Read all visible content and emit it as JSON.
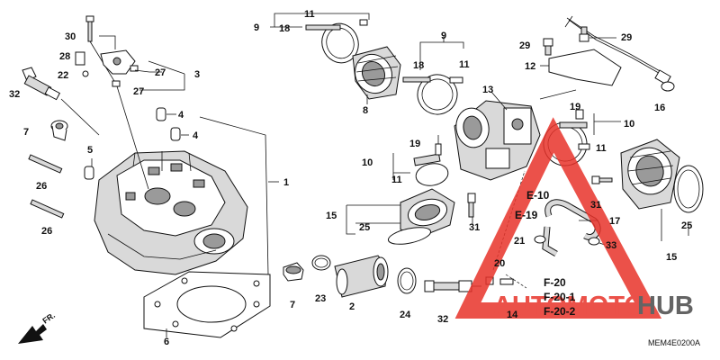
{
  "callouts": [
    {
      "id": "c30",
      "text": "30"
    },
    {
      "id": "c28",
      "text": "28"
    },
    {
      "id": "c22",
      "text": "22"
    },
    {
      "id": "c27a",
      "text": "27"
    },
    {
      "id": "c3",
      "text": "3"
    },
    {
      "id": "c27b",
      "text": "27"
    },
    {
      "id": "c32a",
      "text": "32"
    },
    {
      "id": "c4a",
      "text": "4"
    },
    {
      "id": "c4b",
      "text": "4"
    },
    {
      "id": "c7a",
      "text": "7"
    },
    {
      "id": "c5",
      "text": "5"
    },
    {
      "id": "c26a",
      "text": "26"
    },
    {
      "id": "c26b",
      "text": "26"
    },
    {
      "id": "c1",
      "text": "1"
    },
    {
      "id": "c6",
      "text": "6"
    },
    {
      "id": "c7b",
      "text": "7"
    },
    {
      "id": "c23",
      "text": "23"
    },
    {
      "id": "c2",
      "text": "2"
    },
    {
      "id": "c24",
      "text": "24"
    },
    {
      "id": "c32b",
      "text": "32"
    },
    {
      "id": "c14",
      "text": "14"
    },
    {
      "id": "c9a",
      "text": "9"
    },
    {
      "id": "c11a",
      "text": "11"
    },
    {
      "id": "c18a",
      "text": "18"
    },
    {
      "id": "c8",
      "text": "8"
    },
    {
      "id": "c9b",
      "text": "9"
    },
    {
      "id": "c18b",
      "text": "18"
    },
    {
      "id": "c11b",
      "text": "11"
    },
    {
      "id": "c13",
      "text": "13"
    },
    {
      "id": "c19a",
      "text": "19"
    },
    {
      "id": "c10a",
      "text": "10"
    },
    {
      "id": "c11c",
      "text": "11"
    },
    {
      "id": "c15a",
      "text": "15"
    },
    {
      "id": "c25a",
      "text": "25"
    },
    {
      "id": "c31a",
      "text": "31"
    },
    {
      "id": "c29a",
      "text": "29"
    },
    {
      "id": "c29b",
      "text": "29"
    },
    {
      "id": "c12",
      "text": "12"
    },
    {
      "id": "c16",
      "text": "16"
    },
    {
      "id": "c19b",
      "text": "19"
    },
    {
      "id": "c10b",
      "text": "10"
    },
    {
      "id": "c11d",
      "text": "11"
    },
    {
      "id": "c31b",
      "text": "31"
    },
    {
      "id": "c17",
      "text": "17"
    },
    {
      "id": "c21",
      "text": "21"
    },
    {
      "id": "c33",
      "text": "33"
    },
    {
      "id": "c25b",
      "text": "25"
    },
    {
      "id": "c15b",
      "text": "15"
    },
    {
      "id": "c20",
      "text": "20"
    }
  ],
  "references": [
    {
      "id": "rE10",
      "text": "E-10"
    },
    {
      "id": "rE19",
      "text": "E-19"
    },
    {
      "id": "rF20",
      "text": "F-20"
    },
    {
      "id": "rF201",
      "text": "F-20-1"
    },
    {
      "id": "rF202",
      "text": "F-20-2"
    }
  ],
  "front_marker": "FR.",
  "diagram_code": "MEM4E0200A",
  "watermark": {
    "text_a": "AUTOMOTO",
    "text_b": "HUB",
    "color_a": "#e8332a",
    "color_b": "#4a4a4a"
  }
}
